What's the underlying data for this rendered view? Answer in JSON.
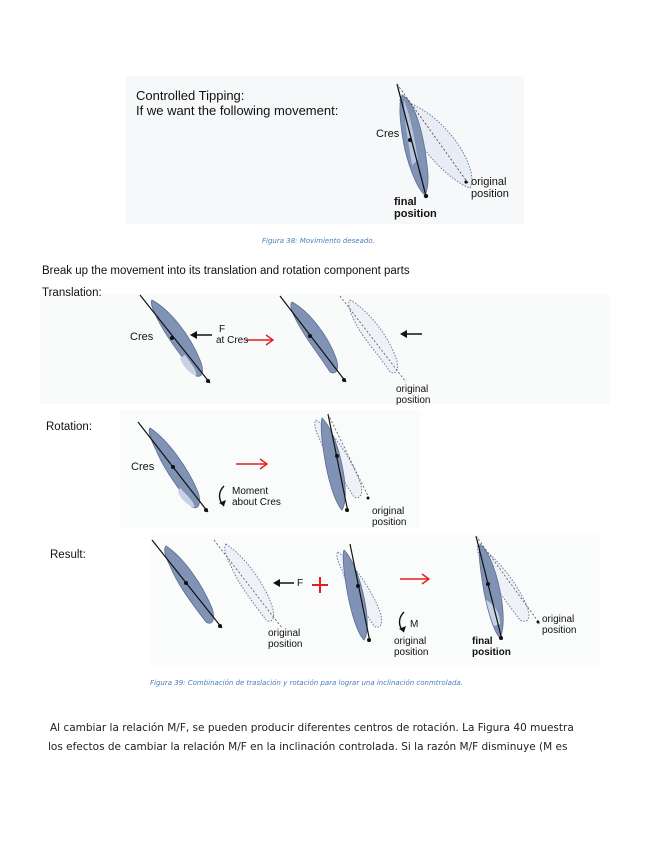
{
  "fig38": {
    "heading_line1": "Controlled Tipping:",
    "heading_line2": "If we want the following movement:",
    "label_cres": "Cres",
    "label_final": "final",
    "label_final2": "position",
    "label_original": "original",
    "label_original2": "position",
    "caption": "Figura 38:  Movimiento deseado."
  },
  "fig39": {
    "intro": "Break up the movement into its translation and rotation component parts",
    "translation": {
      "row_label": "Translation:",
      "label_cres": "Cres",
      "label_f": "F",
      "label_at_cres": "at Cres",
      "label_original": "original",
      "label_position": "position"
    },
    "rotation": {
      "row_label": "Rotation:",
      "label_cres": "Cres",
      "label_moment": "Moment",
      "label_about": "about Cres",
      "label_original": "original",
      "label_position": "position"
    },
    "result": {
      "row_label": "Result:",
      "label_f": "F",
      "label_original_a": "original",
      "label_position_a": "position",
      "label_m": "M",
      "label_original_b": "original",
      "label_position_b": "position",
      "label_final": "final",
      "label_final_position": "position",
      "label_original_c": "original",
      "label_position_c": "position"
    },
    "caption": "Figura 39: Combinación de traslación y rotación para lograr una inclinación conmtrolada."
  },
  "body": {
    "line1": "Al cambiar la relación  M/F, se pueden producir diferentes centros de rotación.  La Figura 40 muestra",
    "line2": "los efectos de cambiar la relación M/F en la inclinación controlada.  Si la razón M/F disminuye (M es"
  },
  "colors": {
    "tooth_fill": "#7f92b3",
    "tooth_light": "#c7d2e4",
    "red_arrow": "#e02020",
    "caption": "#4a7fb8"
  }
}
